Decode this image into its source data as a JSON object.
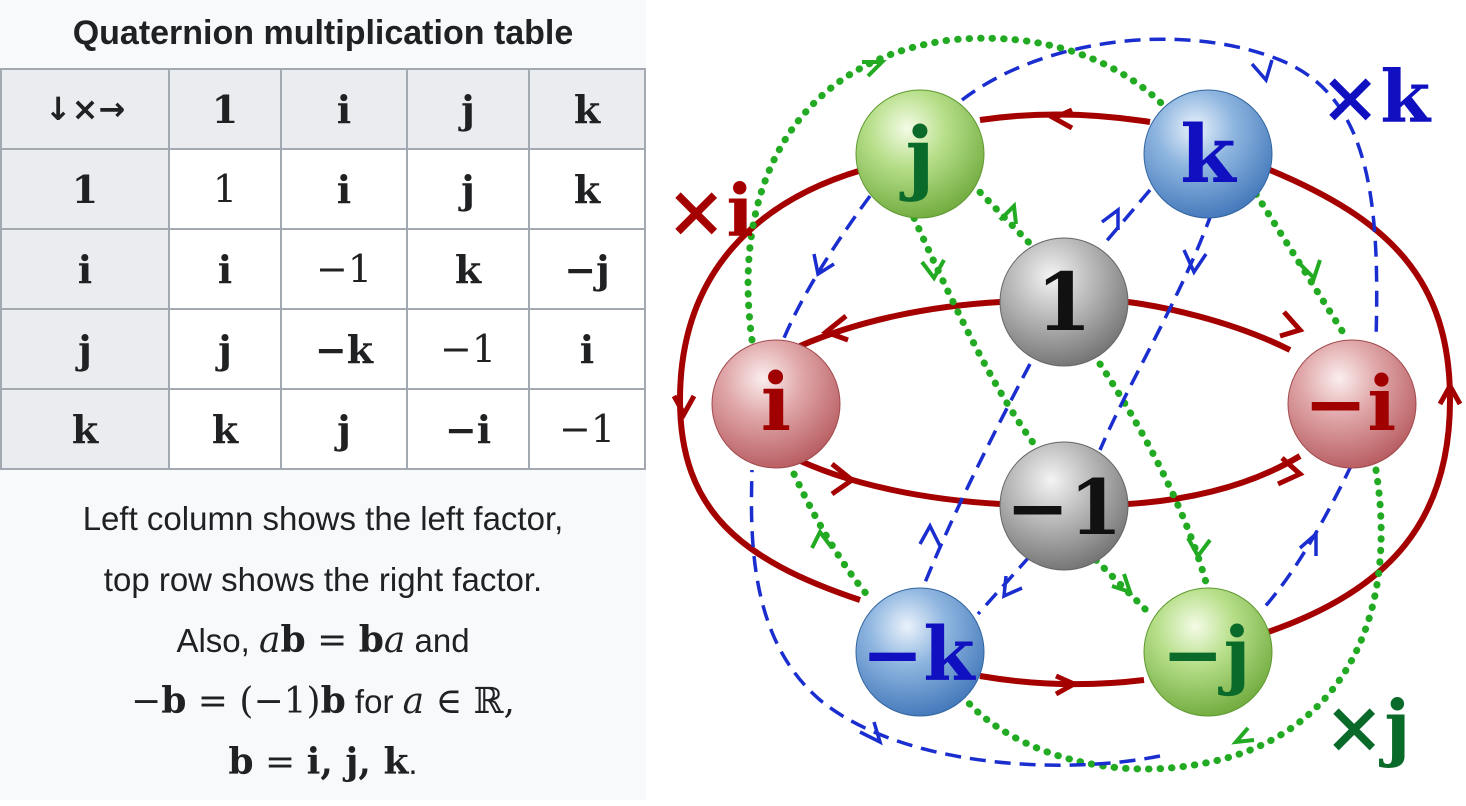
{
  "table": {
    "title": "Quaternion multiplication table",
    "corner": "↓×→",
    "header": [
      "1",
      "i",
      "j",
      "k"
    ],
    "rows": [
      {
        "label": "1",
        "cells": [
          "1",
          "i",
          "j",
          "k"
        ]
      },
      {
        "label": "i",
        "cells": [
          "i",
          "−1",
          "k",
          "−j"
        ]
      },
      {
        "label": "j",
        "cells": [
          "j",
          "−k",
          "−1",
          "i"
        ]
      },
      {
        "label": "k",
        "cells": [
          "k",
          "j",
          "−i",
          "−1"
        ]
      }
    ],
    "caption": {
      "line1": "Left column shows the left factor,",
      "line2": "top row shows the right factor.",
      "line3_text_a": "Also, ",
      "line3_math_a": "a",
      "line3_math_b": "b",
      "line3_math_eq": " = ",
      "line3_math_c": "b",
      "line3_math_d": "a",
      "line3_text_b": " and",
      "line4_math_a": "−",
      "line4_math_b": "b",
      "line4_math_c": " = (−1)",
      "line4_math_d": "b",
      "line4_text": " for ",
      "line4_math_e": "a",
      "line4_math_f": " ∈ ℝ,",
      "line5_math_a": "b",
      "line5_math_b": " = ",
      "line5_math_c": "i, j, k",
      "line5_text": "."
    }
  },
  "diagram": {
    "nodes": [
      {
        "id": "j",
        "label": "j"
      },
      {
        "id": "k",
        "label": "k"
      },
      {
        "id": "one",
        "label": "1"
      },
      {
        "id": "i",
        "label": "i"
      },
      {
        "id": "neg-i",
        "label": "−i"
      },
      {
        "id": "neg-one",
        "label": "−1"
      },
      {
        "id": "neg-k",
        "label": "−k"
      },
      {
        "id": "neg-j",
        "label": "−j"
      }
    ],
    "multiplier_labels": {
      "times_i": "×i",
      "times_k": "×k",
      "times_j": "×j"
    },
    "colors": {
      "i_cycle": "#a50000",
      "j_cycle": "#22aa22",
      "k_cycle": "#1a2ed0",
      "j_label": "#0a6a2a",
      "k_label": "#1010c0"
    }
  }
}
